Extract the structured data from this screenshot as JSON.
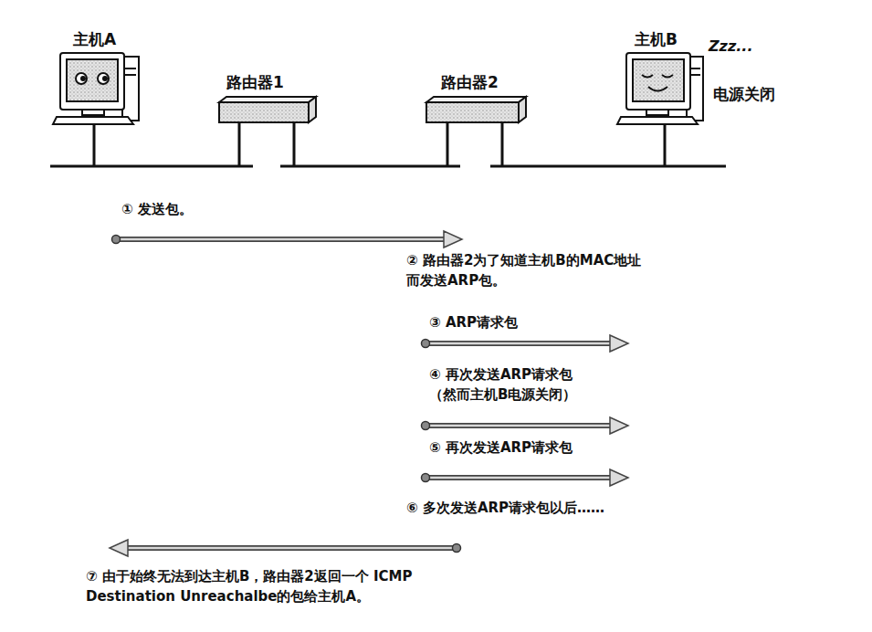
{
  "diagram": {
    "labels": [
      "主机A",
      "路由器1",
      "路由器2",
      "主机B",
      "Zzz...",
      "电源关闭",
      "① 发送包。",
      "② 路由器2为了知道主机B的MAC地址 而发送ARP包。",
      "③ ARP请求包",
      "④ 再次发送ARP请求包 （然而主机B电源关闭）",
      "⑤ 再次发送ARP请求包",
      "⑥ 多次发送ARP请求包以后……",
      "⑦ 由于始终无法到达主机B，路由器2返回一个 ICMP Destination Unreachalbe的包给主机A。"
    ]
  }
}
